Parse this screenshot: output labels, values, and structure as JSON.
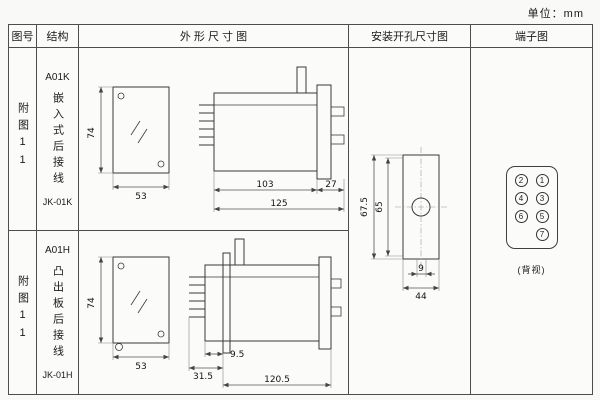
{
  "unit_label": "单位：mm",
  "headers": {
    "fig_no": "图号",
    "structure": "结构",
    "outline": "外 形 尺 寸 图",
    "mounting": "安装开孔尺寸图",
    "terminal": "端子图"
  },
  "rows": [
    {
      "fig_no": "附图11",
      "model": "A01K",
      "desc": "嵌入式后接线",
      "code": "JK-01K",
      "dims": {
        "front_height": "74",
        "front_width": "53",
        "body_length": "103",
        "flange_depth": "27",
        "total_length": "125"
      }
    },
    {
      "fig_no": "附图11",
      "model": "A01H",
      "desc": "凸出板后接线",
      "code": "JK-01H",
      "dims": {
        "front_height": "74",
        "front_width": "53",
        "pin_length": "31.5",
        "panel_gap": "9.5",
        "total_length": "120.5"
      }
    }
  ],
  "mounting_dims": {
    "outer_height": "67.5",
    "hole_height": "65",
    "slot_width": "9",
    "hole_width": "44"
  },
  "terminal": {
    "numbers": [
      "2",
      "1",
      "4",
      "3",
      "6",
      "5",
      "7"
    ],
    "note": "(背视)"
  }
}
